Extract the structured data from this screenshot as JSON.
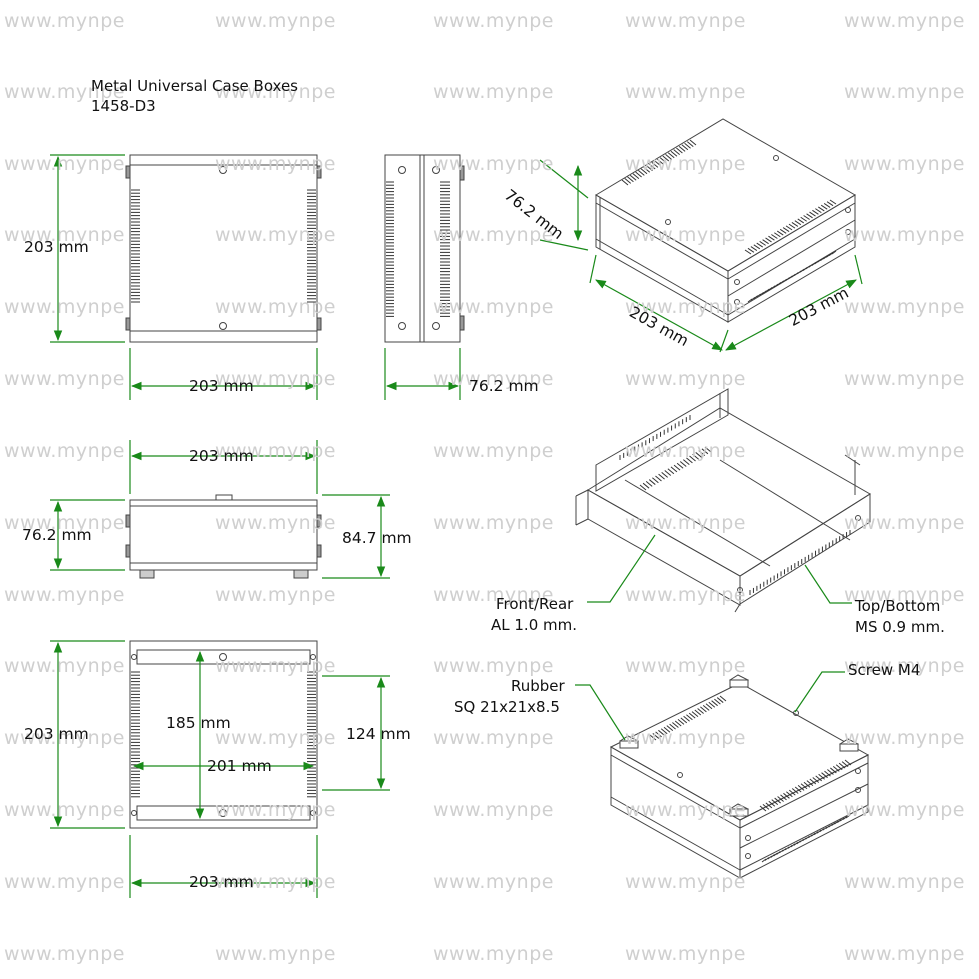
{
  "title": {
    "line1": "Metal Universal Case Boxes",
    "line2": "1458-D3"
  },
  "dimensions": {
    "front_height": "203 mm",
    "front_width": "203 mm",
    "side_depth": "76.2 mm",
    "top_width": "203 mm",
    "side_height": "76.2 mm",
    "overall_height": "84.7 mm",
    "bottom_height": "203 mm",
    "inner_length": "185 mm",
    "inner_width": "201 mm",
    "vent_span": "124 mm",
    "bottom_width": "203 mm",
    "iso_height": "76.2 mm",
    "iso_width": "203 mm",
    "iso_depth": "203 mm"
  },
  "callouts": {
    "front_rear_1": "Front/Rear",
    "front_rear_2": "AL 1.0 mm.",
    "top_bottom_1": "Top/Bottom",
    "top_bottom_2": "MS 0.9 mm.",
    "screw": "Screw M4",
    "rubber_1": "Rubber",
    "rubber_2": "SQ 21x21x8.5"
  },
  "watermark": "www.mynpe",
  "colors": {
    "dimension_arrow": "#1a8a1a",
    "outline": "#444444",
    "watermark": "#cfcfcf"
  }
}
